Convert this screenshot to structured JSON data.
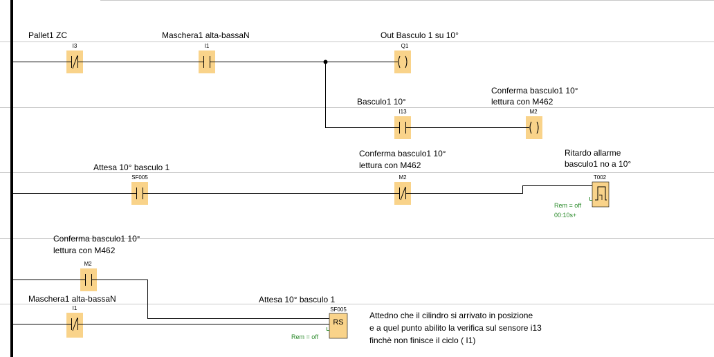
{
  "colors": {
    "block_fill": "#f9d38a",
    "wire": "#000000",
    "grid": "#c8c8c8",
    "param_text": "#2a8a2a"
  },
  "rungs": [
    {
      "contacts": [
        {
          "name": "Pallet1 ZC",
          "address": "I3",
          "type": "nc"
        },
        {
          "name": "Maschera1 alta-bassaN",
          "address": "I1",
          "type": "no"
        }
      ],
      "coils": [
        {
          "name": "Out Basculo 1 su 10°",
          "address": "Q1"
        }
      ]
    },
    {
      "contacts": [
        {
          "name": "Basculo1 10°",
          "address": "I13",
          "type": "no"
        }
      ],
      "coils": [
        {
          "name_line1": "Conferma basculo1 10°",
          "name_line2": "lettura con M462",
          "address": "M2"
        }
      ]
    },
    {
      "contacts": [
        {
          "name": "Attesa 10° basculo 1",
          "address": "SF005",
          "type": "no"
        },
        {
          "name_line1": "Conferma basculo1 10°",
          "name_line2": "lettura con M462",
          "address": "M2",
          "type": "nc"
        }
      ],
      "timer": {
        "name_line1": "Ritardo allarme",
        "name_line2": "basculo1 no a 10°",
        "address": "T002",
        "rem": "Rem = off",
        "time": "00:10s+"
      }
    },
    {
      "contacts": [
        {
          "name_line1": "Conferma basculo1 10°",
          "name_line2": "lettura con M462",
          "address": "M2",
          "type": "no"
        },
        {
          "name": "Maschera1 alta-bassaN",
          "address": "I1",
          "type": "nc"
        }
      ],
      "latch": {
        "name": "Attesa 10° basculo 1",
        "address": "SF005",
        "symbol": "RS",
        "rem": "Rem = off"
      }
    }
  ],
  "comment": [
    "Attedno che il cilindro si arrivato in posizione",
    "e a quel punto abilito la verifica sul sensore i13",
    "finchè non finisce il ciclo ( I1)"
  ]
}
